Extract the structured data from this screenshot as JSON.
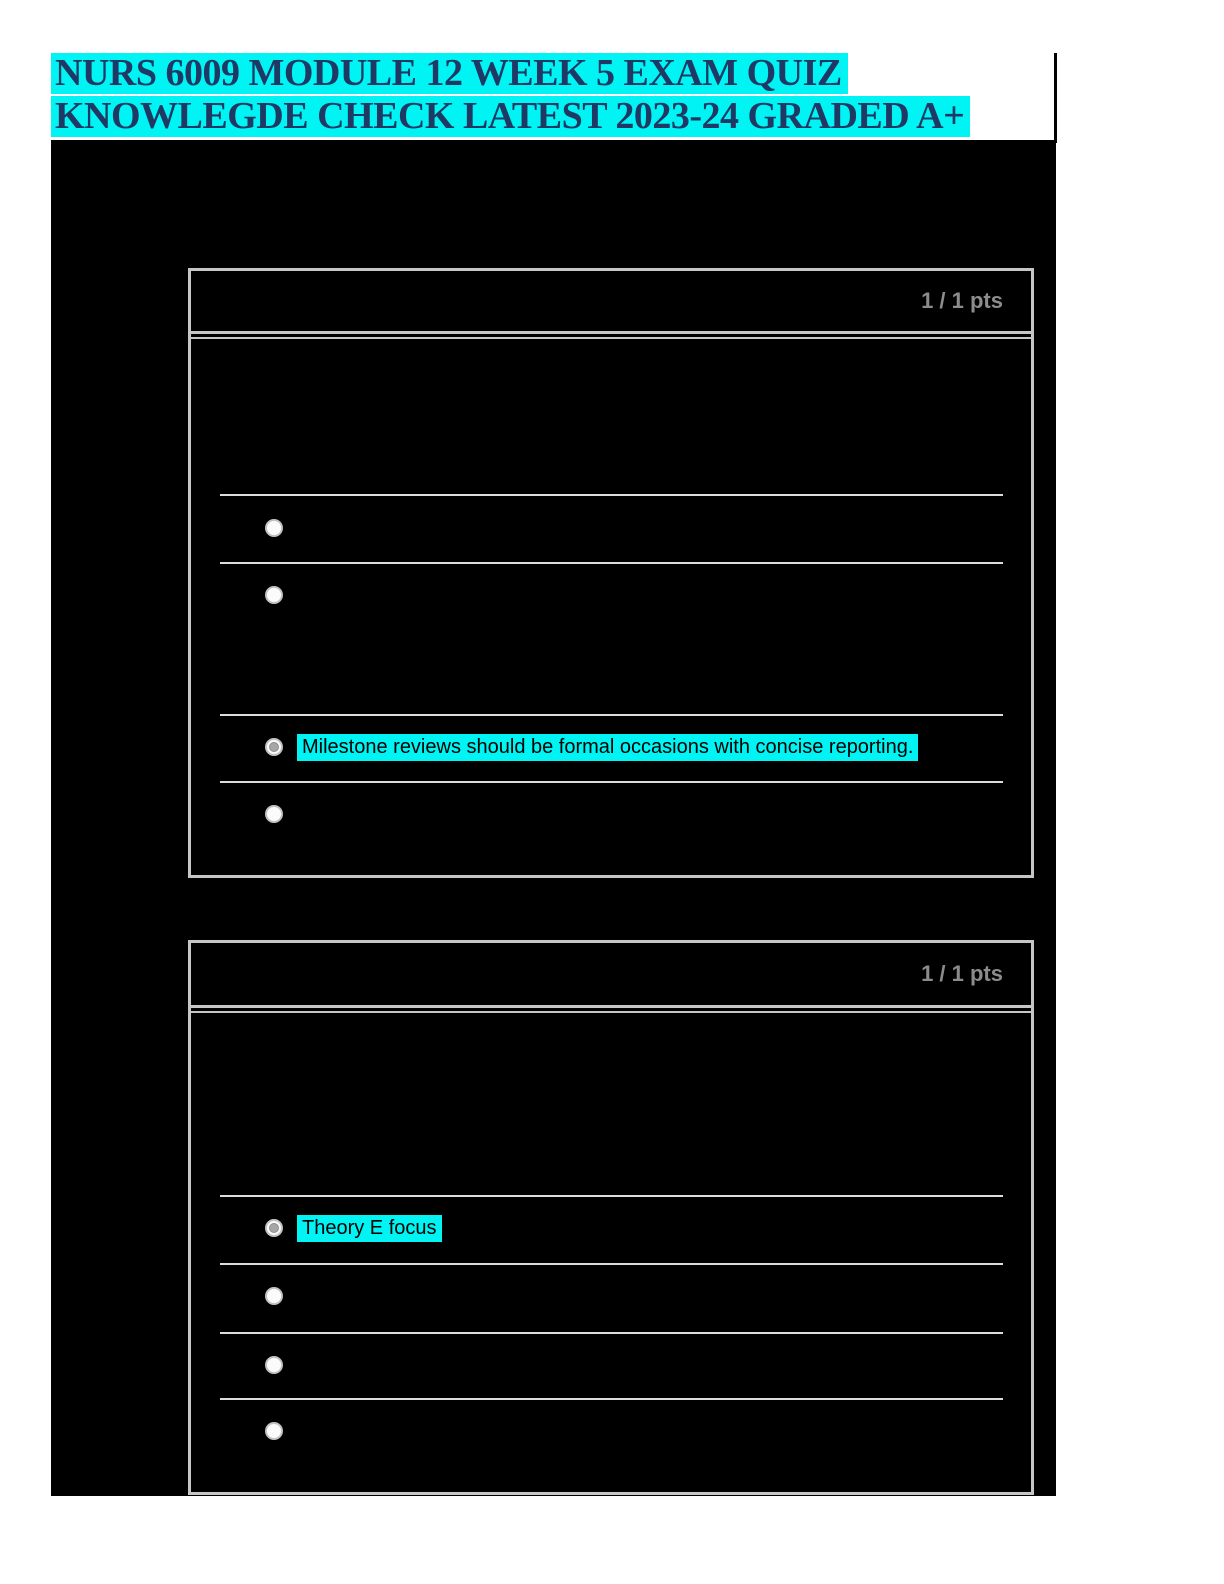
{
  "document": {
    "title_line1": "NURS 6009 MODULE 12 WEEK 5 EXAM QUIZ",
    "title_line2": "KNOWLEGDE CHECK LATEST 2023-24 GRADED A+"
  },
  "colors": {
    "highlight_cyan": "#00f4f4",
    "title_text_navy": "#1f3864",
    "points_gray": "#8c8c8c",
    "page_body_black": "#000000",
    "card_border_gray": "#c6c6c6"
  },
  "questions": [
    {
      "points_label": "1 / 1 pts",
      "answers": [
        {
          "text": "",
          "selected": false
        },
        {
          "text": "",
          "selected": false
        },
        {
          "text": "Milestone reviews should be formal occasions with concise reporting.",
          "selected": true
        },
        {
          "text": "",
          "selected": false
        }
      ]
    },
    {
      "points_label": "1 / 1 pts",
      "answers": [
        {
          "text": "Theory E focus",
          "selected": true
        },
        {
          "text": "",
          "selected": false
        },
        {
          "text": "",
          "selected": false
        },
        {
          "text": "",
          "selected": false
        }
      ]
    }
  ]
}
